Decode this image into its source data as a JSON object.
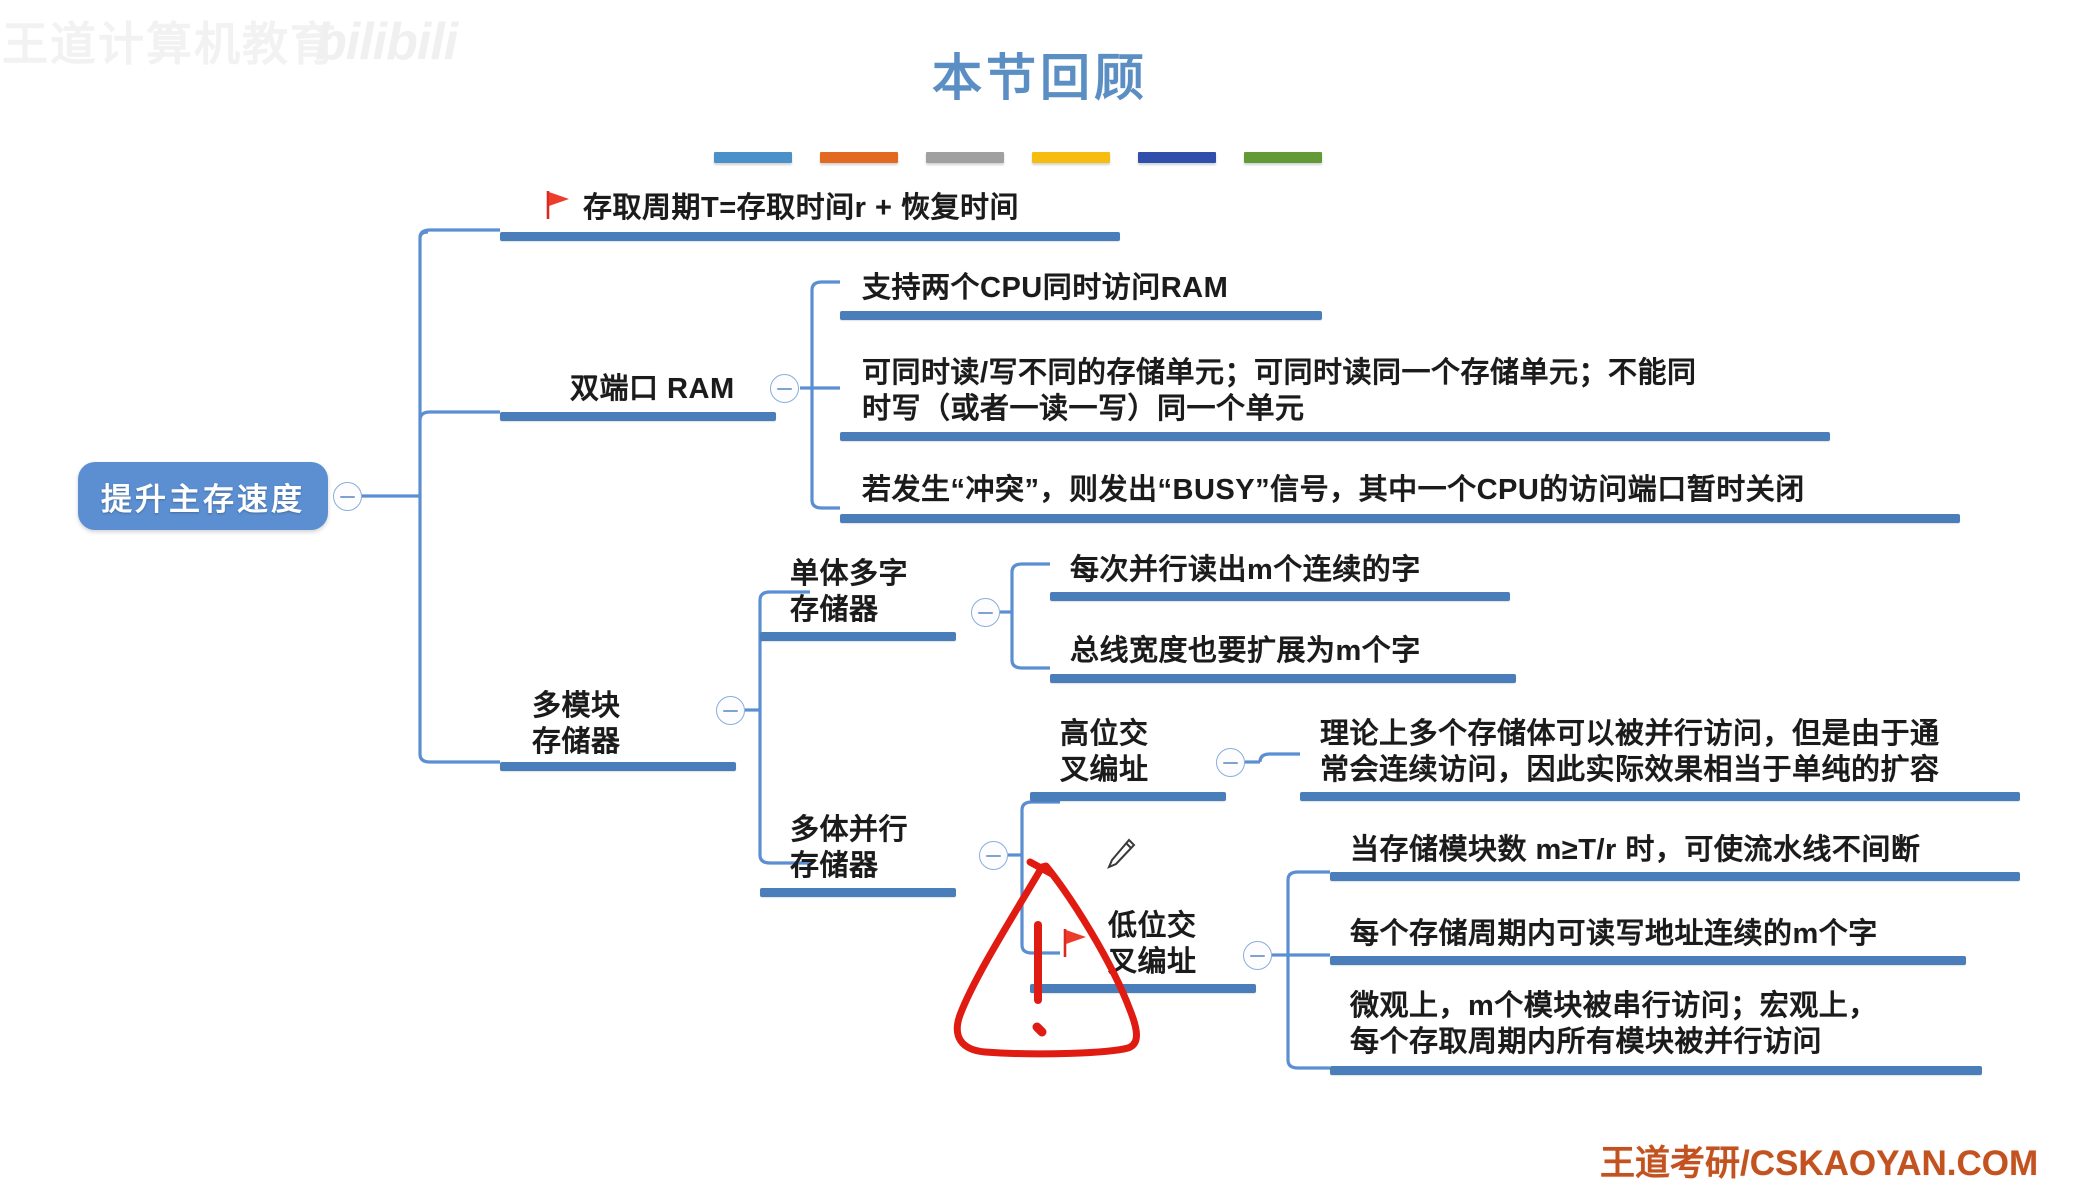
{
  "page": {
    "title": "本节回顾",
    "watermark_top": "王道计算机教育",
    "watermark_bili": "bilibili",
    "watermark_footer": "王道考研/CSKAOYAN.COM"
  },
  "title_bars": [
    {
      "name": "bar-blue",
      "color": "#4a90c9"
    },
    {
      "name": "bar-orange",
      "color": "#e2691f"
    },
    {
      "name": "bar-gray",
      "color": "#a0a0a0"
    },
    {
      "name": "bar-yellow",
      "color": "#f6bd10"
    },
    {
      "name": "bar-navy",
      "color": "#2f4fab"
    },
    {
      "name": "bar-green",
      "color": "#629a38"
    }
  ],
  "colors": {
    "accent_blue": "#4a7ebb",
    "root_fill": "#5b8fd2",
    "title_blue": "#5b8fc4",
    "wire": "#5b8fd2",
    "annotation_red": "#e01b12",
    "footer_orange": "#c2521f"
  },
  "mindmap": {
    "root": {
      "label": "提升主存速度",
      "toggle": "collapse-toggle"
    },
    "branches": [
      {
        "id": "access-cycle",
        "label": "存取周期T=存取时间r + 恢复时间",
        "marker": "red-flag",
        "children": []
      },
      {
        "id": "dual-port-ram",
        "label": "双端口 RAM",
        "toggle": "collapse-toggle",
        "children": [
          {
            "id": "dp-1",
            "label": "支持两个CPU同时访问RAM"
          },
          {
            "id": "dp-2",
            "label": "可同时读/写不同的存储单元；可同时读同一个存储单元；不能同\n时写（或者一读一写）同一个单元"
          },
          {
            "id": "dp-3",
            "label": "若发生“冲突”，则发出“BUSY”信号，其中一个CPU的访问端口暂时关闭"
          }
        ]
      },
      {
        "id": "multi-module",
        "label": "多模块\n存储器",
        "toggle": "collapse-toggle",
        "children": [
          {
            "id": "single-multi-word",
            "label": "单体多字\n存储器",
            "toggle": "collapse-toggle",
            "children": [
              {
                "id": "smw-1",
                "label": "每次并行读出m个连续的字"
              },
              {
                "id": "smw-2",
                "label": "总线宽度也要扩展为m个字"
              }
            ]
          },
          {
            "id": "multi-body-parallel",
            "label": "多体并行\n存储器",
            "toggle": "collapse-toggle",
            "children": [
              {
                "id": "high-order-interleave",
                "label": "高位交\n叉编址",
                "toggle": "collapse-toggle",
                "children": [
                  {
                    "id": "hoi-1",
                    "label": "理论上多个存储体可以被并行访问，但是由于通\n常会连续访问，因此实际效果相当于单纯的扩容"
                  }
                ]
              },
              {
                "id": "low-order-interleave",
                "label": "低位交\n叉编址",
                "toggle": "collapse-toggle",
                "marker": "red-flag",
                "children": [
                  {
                    "id": "loi-1",
                    "label": "当存储模块数 m≥T/r 时，可使流水线不间断"
                  },
                  {
                    "id": "loi-2",
                    "label": "每个存储周期内可读写地址连续的m个字"
                  },
                  {
                    "id": "loi-3",
                    "label": "微观上，m个模块被串行访问；宏观上，\n每个存取周期内所有模块被并行访问"
                  }
                ]
              }
            ]
          }
        ]
      }
    ]
  },
  "annotations": {
    "pencil_icon": "pencil-edit-icon",
    "warning_drawing": "hand-drawn-red-warning-triangle"
  }
}
